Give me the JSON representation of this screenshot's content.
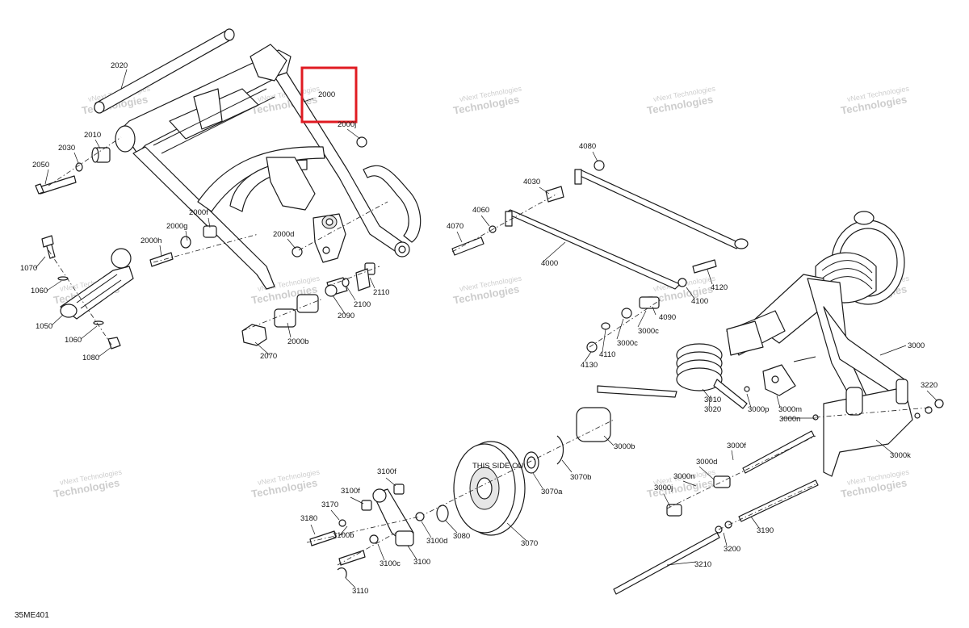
{
  "diagram_code": "35ME401",
  "highlight": {
    "part": "2000",
    "color": "#e01b22"
  },
  "watermark": {
    "line1": "vNext Technologies",
    "line2": "Technologies"
  },
  "parts": [
    "2000",
    "2000f",
    "2000g",
    "2000h",
    "2000d",
    "2000b",
    "2000j",
    "2010",
    "2020",
    "2030",
    "2050",
    "2070",
    "2090",
    "2100",
    "2110",
    "1050",
    "1060",
    "1060b",
    "1070",
    "1080",
    "3000",
    "3000b",
    "3000c",
    "3000c2",
    "3000d",
    "3000f",
    "3000j",
    "3000k",
    "3000m",
    "3000n",
    "3000n2",
    "3000p",
    "3010",
    "3020",
    "3070",
    "3070a",
    "3070b",
    "3080",
    "3100",
    "3100b",
    "3100c",
    "3100d",
    "3100f",
    "3100f2",
    "3110",
    "3170",
    "3180",
    "3190",
    "3200",
    "3210",
    "3220",
    "4000",
    "4030",
    "4060",
    "4070",
    "4080",
    "4090",
    "4100",
    "4110",
    "4120",
    "4130"
  ],
  "labels": {
    "2000": "2000",
    "2000f": "2000f",
    "2000g": "2000g",
    "2000h": "2000h",
    "2000d": "2000d",
    "2000b": "2000b",
    "2000j": "2000j",
    "2010": "2010",
    "2020": "2020",
    "2030": "2030",
    "2050": "2050",
    "2070": "2070",
    "2090": "2090",
    "2100": "2100",
    "2110": "2110",
    "1050": "1050",
    "1060": "1060",
    "1060b": "1060",
    "1070": "1070",
    "1080": "1080",
    "3000": "3000",
    "3000b": "3000b",
    "3000c": "3000c",
    "3000c2": "3000c",
    "3000d": "3000d",
    "3000f": "3000f",
    "3000j": "3000j",
    "3000k": "3000k",
    "3000m": "3000m",
    "3000n": "3000n",
    "3000n2": "3000n",
    "3000p": "3000p",
    "3010": "3010",
    "3020": "3020",
    "3070": "3070",
    "3070a": "3070a",
    "3070b": "3070b",
    "3080": "3080",
    "3100": "3100",
    "3100b": "3100b",
    "3100c": "3100c",
    "3100d": "3100d",
    "3100f": "3100f",
    "3100f2": "3100f",
    "3110": "3110",
    "3170": "3170",
    "3180": "3180",
    "3190": "3190",
    "3200": "3200",
    "3210": "3210",
    "3220": "3220",
    "4000": "4000",
    "4030": "4030",
    "4060": "4060",
    "4070": "4070",
    "4080": "4080",
    "4090": "4090",
    "4100": "4100",
    "4110": "4110",
    "4120": "4120",
    "4130": "4130"
  },
  "wheel_text": "THIS SIDE OUT"
}
